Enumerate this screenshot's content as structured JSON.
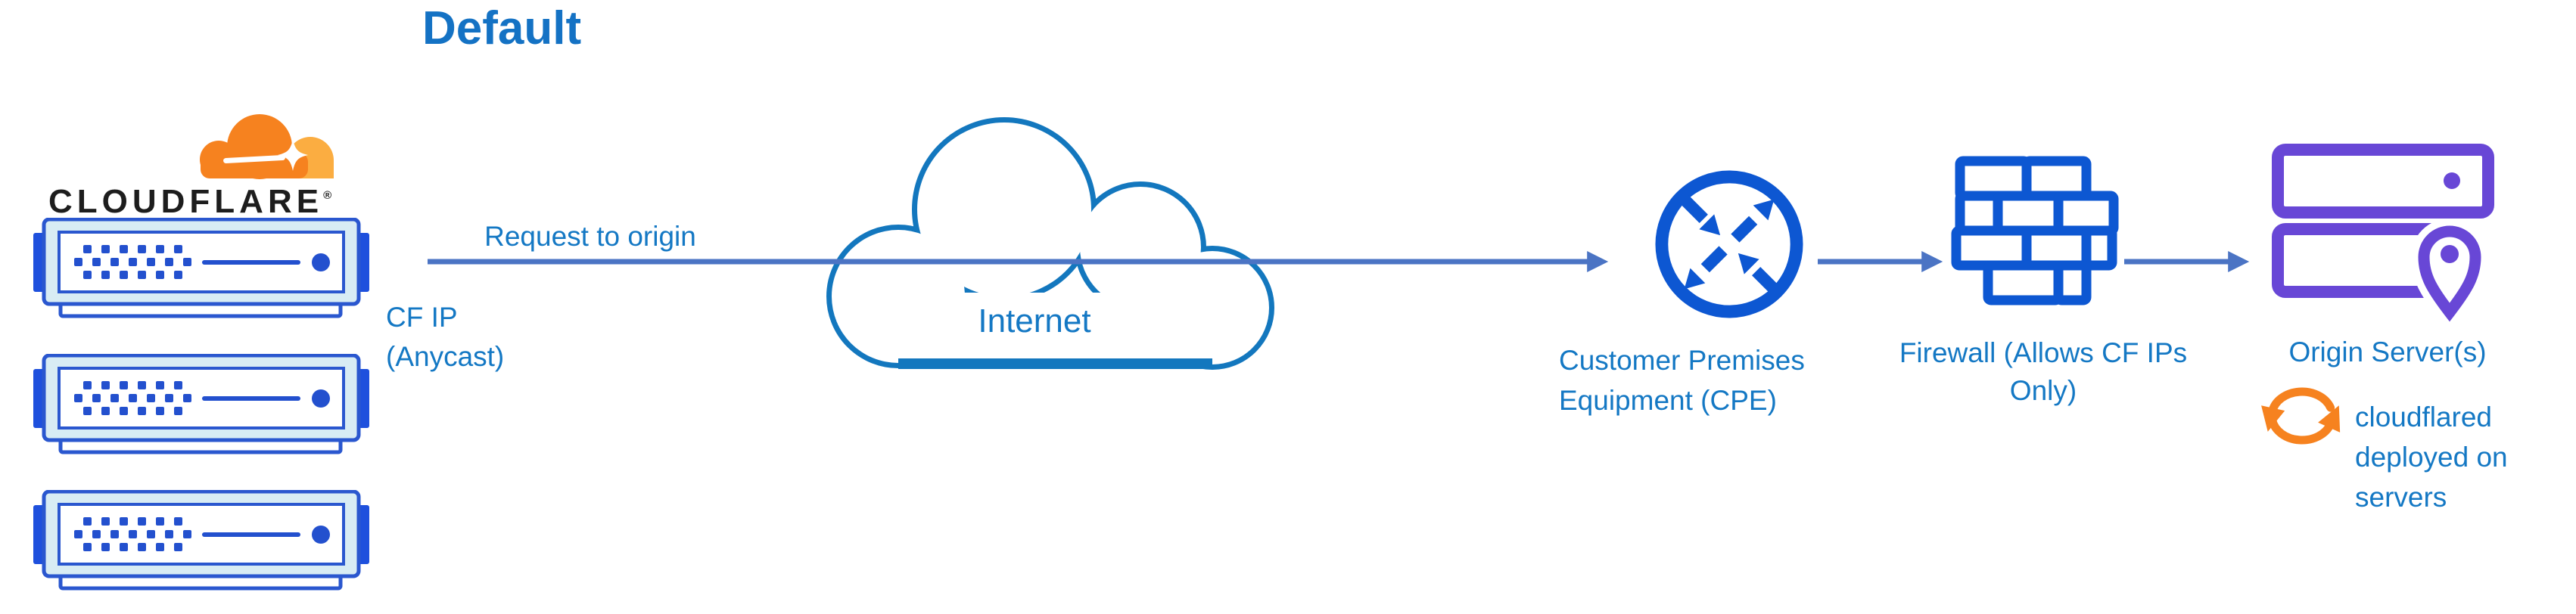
{
  "title": "Default",
  "cloudflare": {
    "wordmark": "CLOUDFLARE",
    "registered": "®"
  },
  "flow": {
    "request_label": "Request to origin",
    "cf_ip_label": "CF IP (Anycast)"
  },
  "internet": {
    "label": "Internet"
  },
  "cpe": {
    "label": "Customer Premises Equipment (CPE)"
  },
  "firewall": {
    "label": "Firewall (Allows CF IPs Only)"
  },
  "origin": {
    "label": "Origin Server(s)",
    "note": "cloudflared deployed on servers"
  },
  "icons": {
    "cloudflare_logo": "cloudflare-cloud-icon",
    "edge_server": "rack-server-icon",
    "internet": "cloud-outline-icon",
    "cpe": "router-arrows-circle-icon",
    "firewall": "brick-wall-icon",
    "origin_servers": "stacked-servers-icon",
    "location_pin": "location-pin-icon",
    "sync": "sync-arrows-icon",
    "flow_arrow": "right-arrow"
  },
  "colors": {
    "title_blue": "#1472C4",
    "label_blue": "#1478C4",
    "cloud_stroke_blue": "#1377BE",
    "icon_blue": "#0D57D2",
    "flow_arrow_blue": "#4B74C4",
    "server_outline_blue": "#2A57CF",
    "server_body_light": "#D8ECF4",
    "server_detail_blue": "#2350CE",
    "server_tab_blue": "#1E50DD",
    "origin_purple": "#6847D6",
    "brand_orange": "#F6821F",
    "brand_orange_light": "#FBAD41",
    "wordmark_black": "#1D1D1D"
  }
}
